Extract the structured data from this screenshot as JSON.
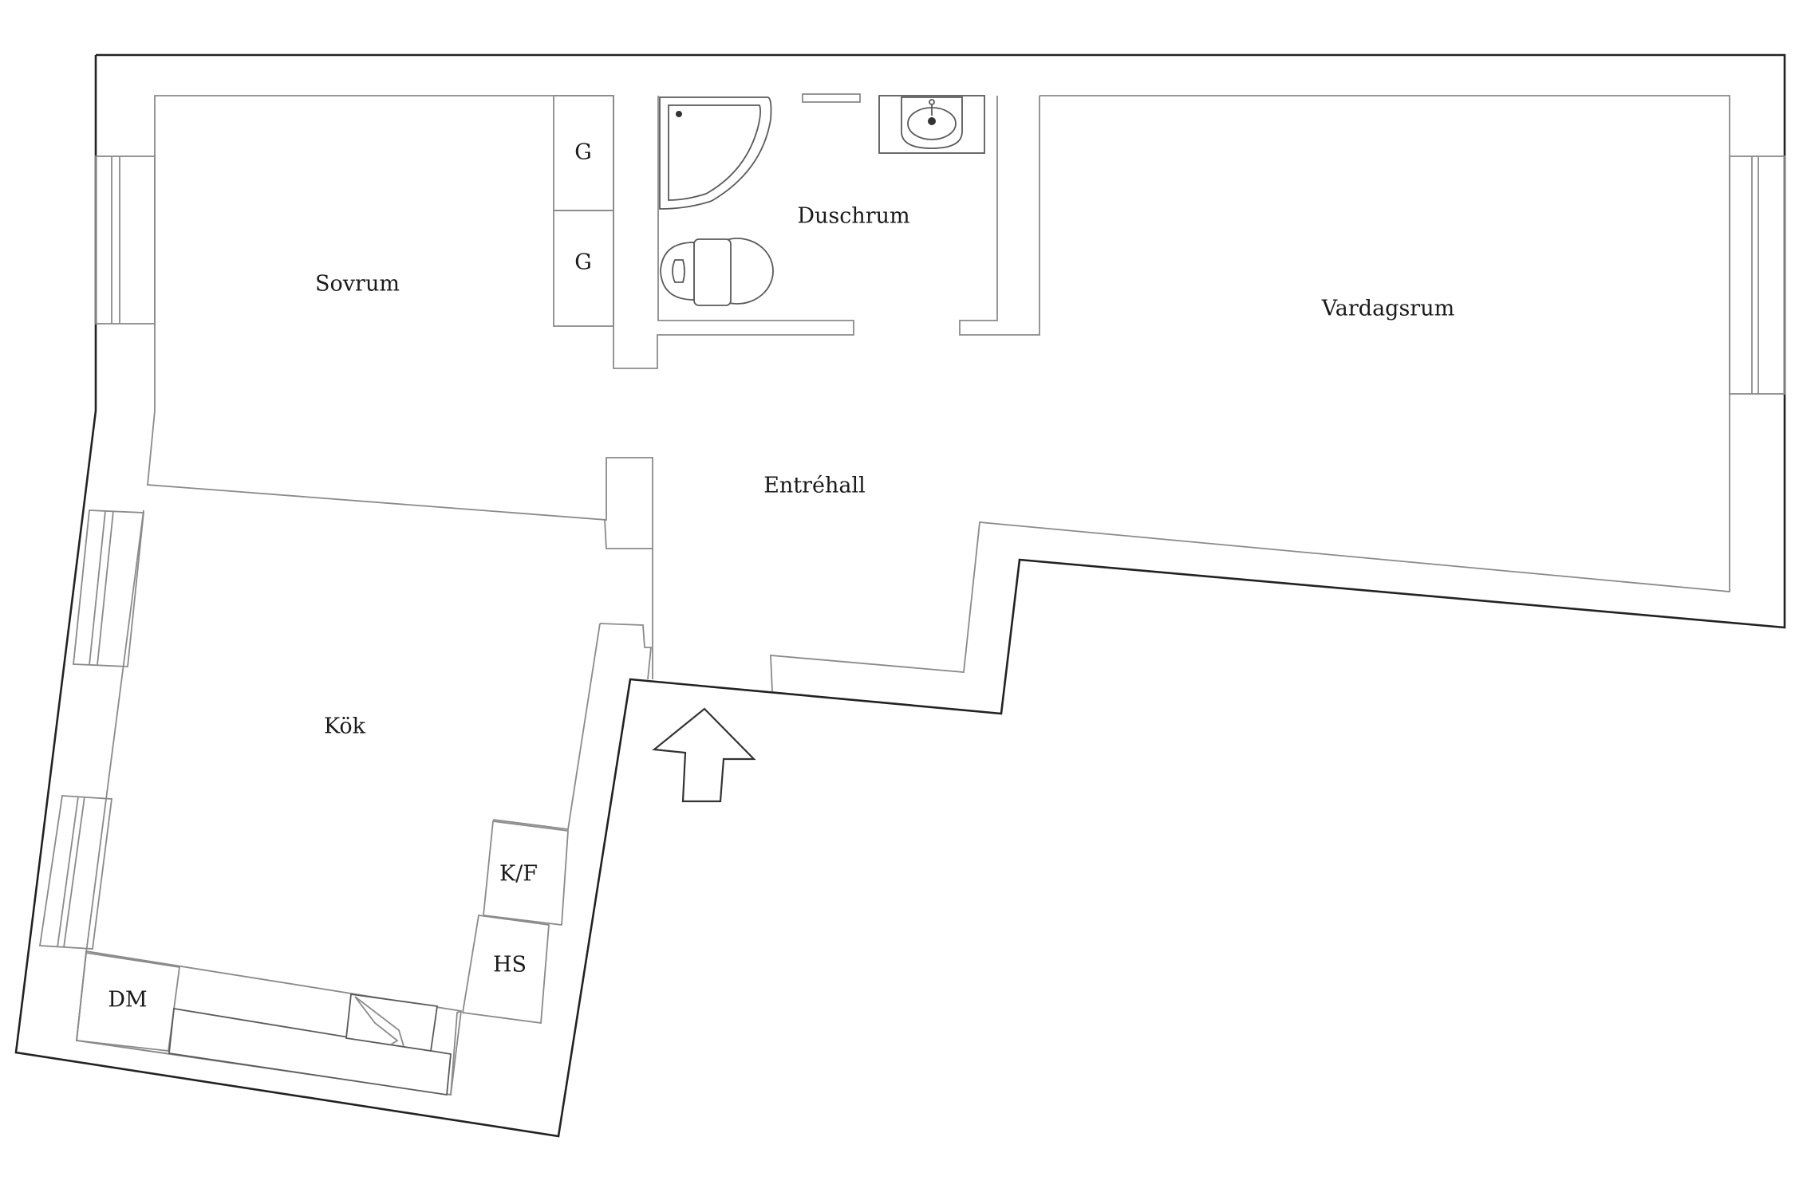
{
  "rooms": {
    "bedroom": "Sovrum",
    "shower_room": "Duschrum",
    "living_room": "Vardagsrum",
    "entrance_hall": "Entréhall",
    "kitchen": "Kök"
  },
  "closets": {
    "closet_upper": "G",
    "closet_lower": "G"
  },
  "appliances": {
    "fridge_freezer": "K/F",
    "tall_cupboard": "HS",
    "dishwasher": "DM"
  },
  "colors": {
    "outer_wall": "#222222",
    "inner_wall": "#8a8a8a",
    "background": "#ffffff"
  },
  "icons": {
    "entrance": "entrance-arrow-icon",
    "shower": "shower-icon",
    "toilet": "toilet-icon",
    "sink": "sink-icon",
    "stove": "stove-icon"
  }
}
